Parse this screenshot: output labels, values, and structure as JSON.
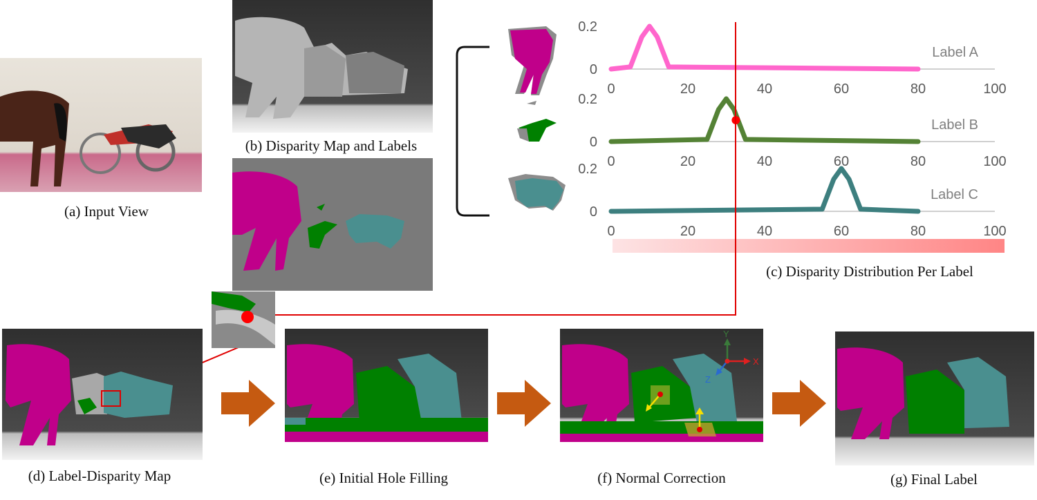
{
  "captions": {
    "a": "(a) Input View",
    "b": "(b) Disparity Map and Labels",
    "c": "(c) Disparity Distribution Per Label",
    "d": "(d) Label-Disparity Map",
    "e": "(e) Initial Hole Filling",
    "f": "(f) Normal Correction",
    "g": "(g) Final Label"
  },
  "axis_glyphs": {
    "x": "X",
    "y": "Y",
    "z": "Z"
  },
  "colors": {
    "label_a": "#ff66cc",
    "label_b": "#548235",
    "label_c": "#3d7f7f",
    "magenta_region": "#c0008a",
    "green_region": "#008000",
    "teal_region": "#4a8f8f",
    "arrow": "#c55a11",
    "marker": "#ff0000"
  },
  "chart_data": {
    "type": "line",
    "title": "",
    "xlabel": "",
    "ylabel": "",
    "xlim": [
      0,
      100
    ],
    "ylim": [
      0,
      0.2
    ],
    "xticks": [
      "0",
      "20",
      "40",
      "60",
      "80",
      "100"
    ],
    "yticks": [
      "0",
      "0.2"
    ],
    "series": [
      {
        "name": "Label A",
        "x": [
          0,
          5,
          8,
          10,
          12,
          15,
          80
        ],
        "y": [
          0,
          0.01,
          0.15,
          0.2,
          0.15,
          0.01,
          0
        ]
      },
      {
        "name": "Label B",
        "x": [
          0,
          25,
          28,
          30,
          32,
          35,
          80
        ],
        "y": [
          0,
          0.01,
          0.15,
          0.2,
          0.15,
          0.01,
          0
        ]
      },
      {
        "name": "Label C",
        "x": [
          0,
          55,
          58,
          60,
          62,
          65,
          80
        ],
        "y": [
          0,
          0.01,
          0.15,
          0.2,
          0.15,
          0.01,
          0
        ]
      }
    ],
    "highlight_point": {
      "series": "Label B",
      "x": 32.5,
      "y": 0.1
    }
  }
}
